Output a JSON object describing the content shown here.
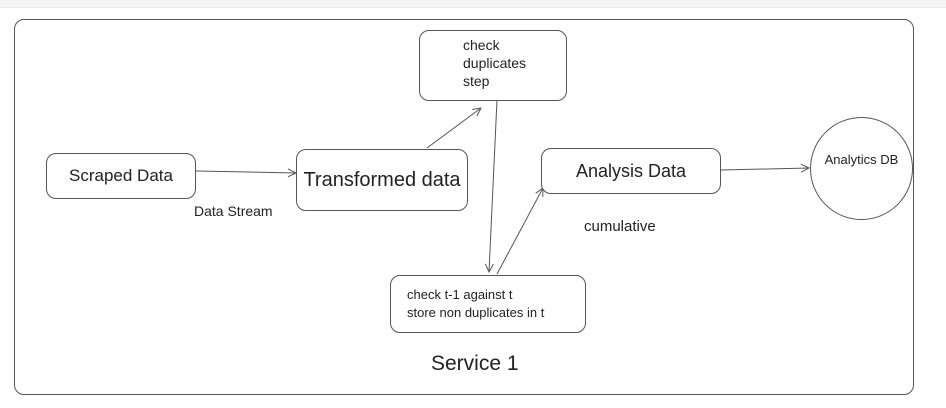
{
  "diagram": {
    "container": {
      "label": "Service 1"
    },
    "nodes": {
      "scraped": {
        "label": "Scraped Data"
      },
      "transformed": {
        "label": "Transformed data"
      },
      "check_dup": {
        "lines": [
          "check",
          "duplicates",
          "step"
        ]
      },
      "check_t": {
        "lines": [
          "check t-1 against t",
          "store non duplicates in t"
        ]
      },
      "analysis": {
        "label": "Analysis Data"
      },
      "db": {
        "label": "Analytics DB"
      }
    },
    "edge_labels": {
      "data_stream": "Data Stream",
      "cumulative": "cumulative"
    },
    "edges": [
      {
        "from": "scraped",
        "to": "transformed"
      },
      {
        "from": "transformed",
        "to": "check_dup"
      },
      {
        "from": "check_dup",
        "to": "check_t"
      },
      {
        "from": "check_t",
        "to": "analysis"
      },
      {
        "from": "analysis",
        "to": "db"
      }
    ],
    "colors": {
      "stroke": "#555555",
      "text": "#222222",
      "background": "#ffffff"
    }
  }
}
